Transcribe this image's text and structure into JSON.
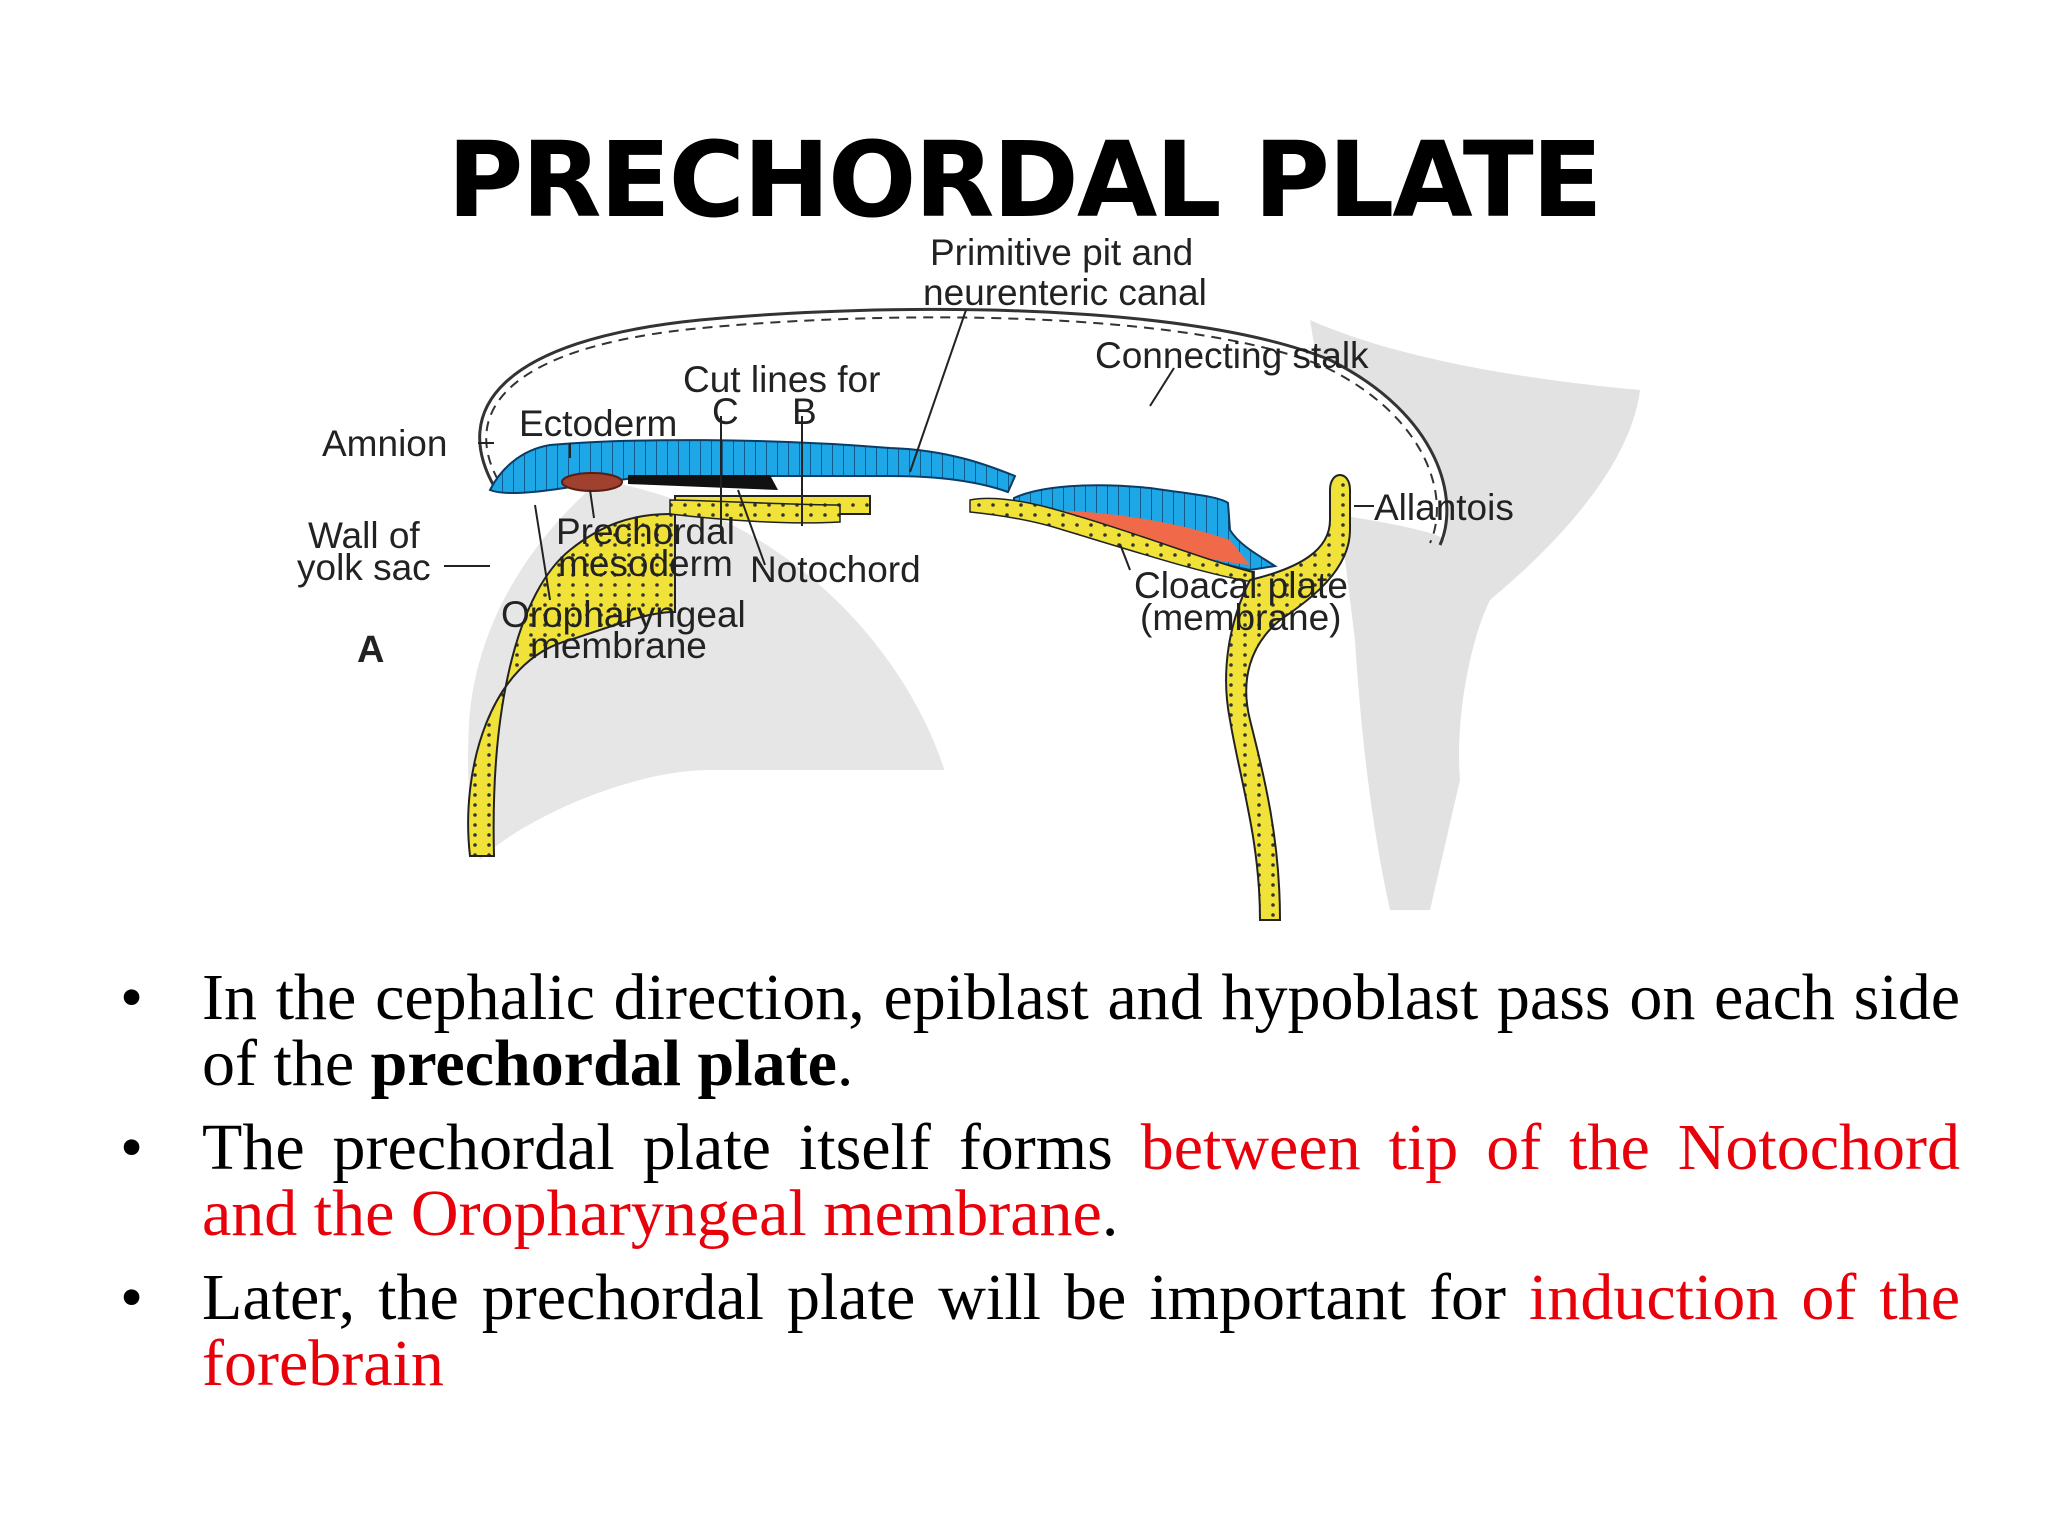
{
  "slide": {
    "title": "PRECHORDAL PLATE"
  },
  "figure": {
    "panel_letter": "A",
    "labels": {
      "primitive_pit_line1": "Primitive pit and",
      "primitive_pit_line2": "neurenteric canal",
      "connecting_stalk": "Connecting stalk",
      "cut_lines_for": "Cut lines for",
      "cut_c": "C",
      "cut_b": "B",
      "ectoderm": "Ectoderm",
      "amnion": "Amnion",
      "allantois": "Allantois",
      "wall_of_line1": "Wall of",
      "wall_of_line2": "yolk sac",
      "prechordal_line1": "Prechordal",
      "prechordal_line2": "mesoderm",
      "notochord": "Notochord",
      "cloacal_line1": "Cloacal plate",
      "cloacal_line2": "(membrane)",
      "oropharyngeal_line1": "Oropharyngeal",
      "oropharyngeal_line2": "membrane"
    },
    "colors": {
      "ectoderm": "#1ea7e6",
      "yolk_sac": "#f1e23a",
      "prechordal_mesoderm": "#a0402f",
      "notochord": "#000000",
      "mesoderm": "#f06a4a",
      "connecting_stalk": "#e2e2e2"
    }
  },
  "bullets": [
    {
      "seg1": "In the cephalic direction, epiblast and hypoblast pass on each side of the ",
      "bold": "prechordal plate",
      "seg2": "."
    },
    {
      "seg1": "The prechordal plate itself forms ",
      "red": "between tip of the Notochord and the Oropharyngeal membrane",
      "seg2": "."
    },
    {
      "seg1": "Later, the prechordal plate will be important for ",
      "red": "induction of the forebrain"
    }
  ]
}
